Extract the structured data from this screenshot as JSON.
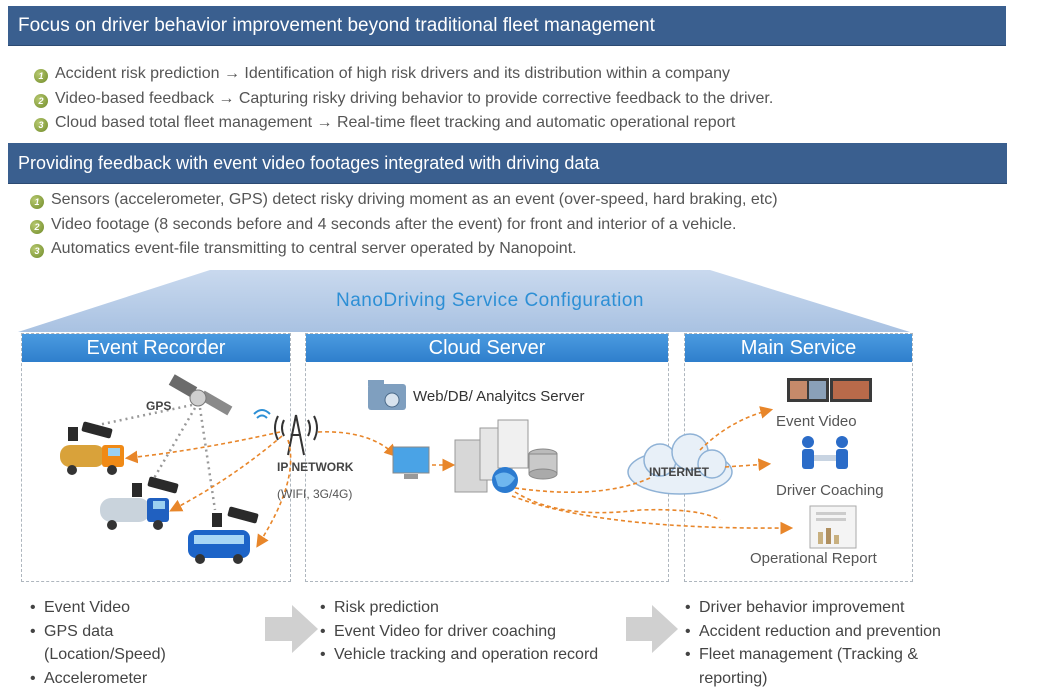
{
  "section1": {
    "title": "Focus on driver behavior improvement beyond traditional fleet management",
    "bullets": [
      "Accident risk prediction → Identification of high risk drivers and its distribution within a company",
      "Video-based feedback → Capturing  risky driving behavior to provide corrective feedback to the driver.",
      "Cloud based total fleet management → Real-time fleet tracking and automatic operational report"
    ]
  },
  "section2": {
    "title": "Providing feedback with event video footages integrated with driving data",
    "bullets": [
      "Sensors (accelerometer, GPS) detect risky driving moment as an event (over-speed, hard braking, etc)",
      "Video footage (8 seconds before and 4 seconds after the event) for front and interior of a vehicle.",
      "Automatics event-file transmitting to central server operated by Nanopoint."
    ]
  },
  "bullet_numbers": [
    "1",
    "2",
    "3"
  ],
  "config": {
    "title": "NanoDriving Service Configuration",
    "panels": [
      {
        "title": "Event Recorder"
      },
      {
        "title": "Cloud Server"
      },
      {
        "title": "Main Service"
      }
    ]
  },
  "diagram": {
    "gps_label": "GPS",
    "network_label": "IP NETWORK",
    "network_sub": "(WIFI, 3G/4G)",
    "server_label": "Web/DB/ Analyitcs Server",
    "internet_label": "INTERNET",
    "event_video_label": "Event Video",
    "driver_coaching_label": "Driver Coaching",
    "operational_report_label": "Operational Report"
  },
  "bottom": {
    "col1": [
      "Event Video",
      "GPS  data",
      "(Location/Speed)",
      "Accelerometer"
    ],
    "col2": [
      "Risk prediction",
      "Event Video for driver  coaching",
      "Vehicle tracking and operation record"
    ],
    "col3": [
      "Driver behavior improvement",
      "Accident reduction and  prevention",
      "Fleet management (Tracking &",
      "reporting)"
    ]
  },
  "colors": {
    "banner": "#3a5f8f",
    "panel_header": "#2f7fcc",
    "config_title": "#2d8fd5",
    "bullet_number": "#7a9530",
    "connection": "#e8862a"
  }
}
